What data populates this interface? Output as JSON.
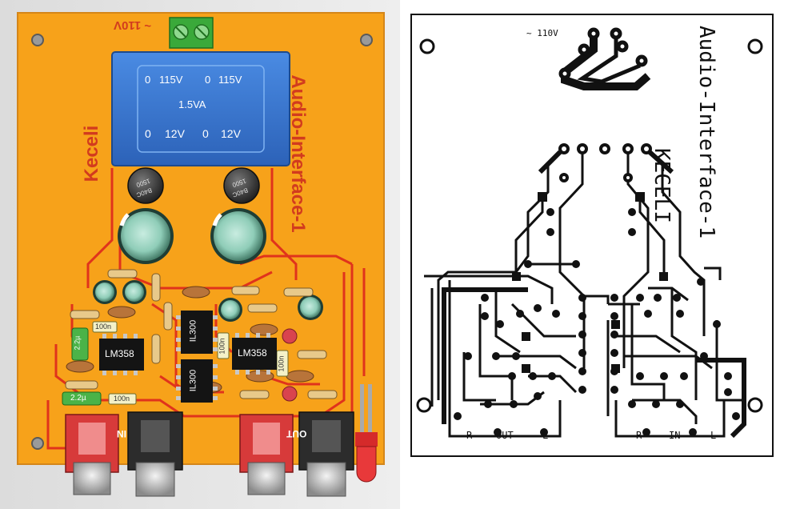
{
  "left_board": {
    "title": "Audio-Interface-1",
    "author": "Keceli",
    "power_label": "~ 110V",
    "transformer": {
      "primary_left_0": "0",
      "primary_left_v": "115V",
      "primary_right_0": "0",
      "primary_right_v": "115V",
      "rating": "1.5VA",
      "secondary_left_0": "0",
      "secondary_left_v": "12V",
      "secondary_right_0": "0",
      "secondary_right_v": "12V"
    },
    "bridge_left": {
      "part": "B40C",
      "value": "1500"
    },
    "bridge_right": {
      "part": "B40C",
      "value": "1500"
    },
    "ic_left": "LM358",
    "ic_right": "LM358",
    "opto_top": "IL300",
    "opto_bottom": "IL300",
    "cap_100n_a": "100n",
    "cap_100n_b": "100n",
    "cap_100n_c": "100n",
    "cap_100n_d": "100n",
    "cap_2u2_a": "2.2µ",
    "cap_2u2_b": "2.2µ",
    "jack_in": "IN",
    "jack_out": "OUT",
    "colors": {
      "board": "#f7a21a",
      "trace": "#e0331c",
      "transformer": "#3d7fd8",
      "terminal": "#3aa93a"
    }
  },
  "right_board": {
    "title_line1": "KECELI",
    "title_line2": "Audio-Interface-1",
    "power_label": "~ 110V",
    "out_r": "R",
    "out_label": "OUT",
    "out_l": "L",
    "in_r": "R",
    "in_label": "IN",
    "in_l": "L"
  }
}
